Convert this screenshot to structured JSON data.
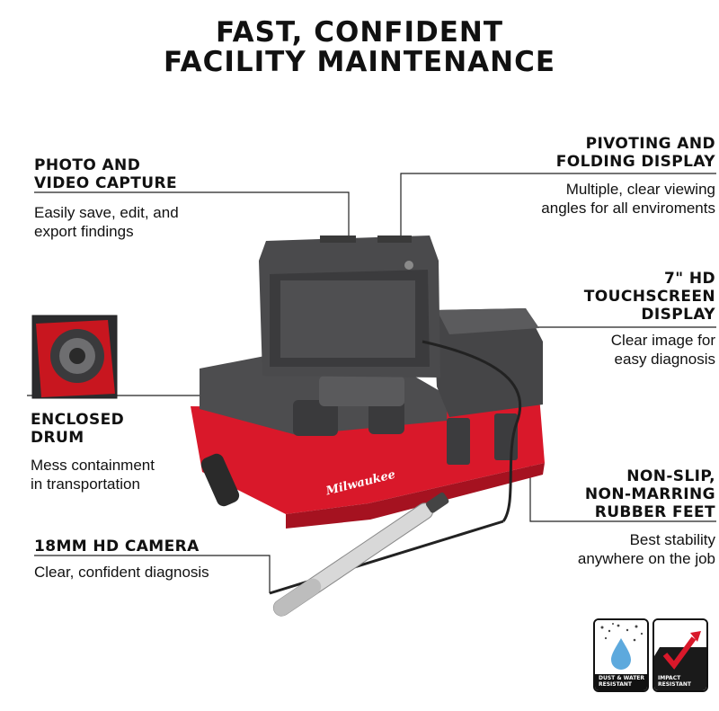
{
  "headline": {
    "line1": "FAST, CONFIDENT",
    "line2": "FACILITY MAINTENANCE"
  },
  "callouts": {
    "photo_video": {
      "title1": "PHOTO AND",
      "title2": "VIDEO CAPTURE",
      "desc1": "Easily save, edit, and",
      "desc2": "export findings"
    },
    "pivoting": {
      "title1": "PIVOTING AND",
      "title2": "FOLDING DISPLAY",
      "desc1": "Multiple, clear viewing",
      "desc2": "angles for all enviroments"
    },
    "touchscreen": {
      "title1": "7\" HD",
      "title2": "TOUCHSCREEN",
      "title3": "DISPLAY",
      "desc1": "Clear image for",
      "desc2": "easy diagnosis"
    },
    "drum": {
      "title1": "ENCLOSED",
      "title2": "DRUM",
      "desc1": "Mess containment",
      "desc2": "in transportation"
    },
    "feet": {
      "title1": "NON-SLIP,",
      "title2": "NON-MARRING",
      "title3": "RUBBER FEET",
      "desc1": "Best stability",
      "desc2": "anywhere on the job"
    },
    "camera": {
      "title1": "18MM HD CAMERA",
      "desc1": "Clear, confident diagnosis"
    }
  },
  "product": {
    "brand_logo": "Milwaukee"
  },
  "badges": {
    "dust_water": {
      "line1": "DUST & WATER",
      "line2": "RESISTANT",
      "icon": "water-drop-icon"
    },
    "impact": {
      "line1": "IMPACT",
      "line2": "RESISTANT",
      "icon": "check-arrow-icon"
    }
  },
  "colors": {
    "brand_red": "#d9182a",
    "housing_gray": "#4a4a4c",
    "text": "#111111"
  }
}
